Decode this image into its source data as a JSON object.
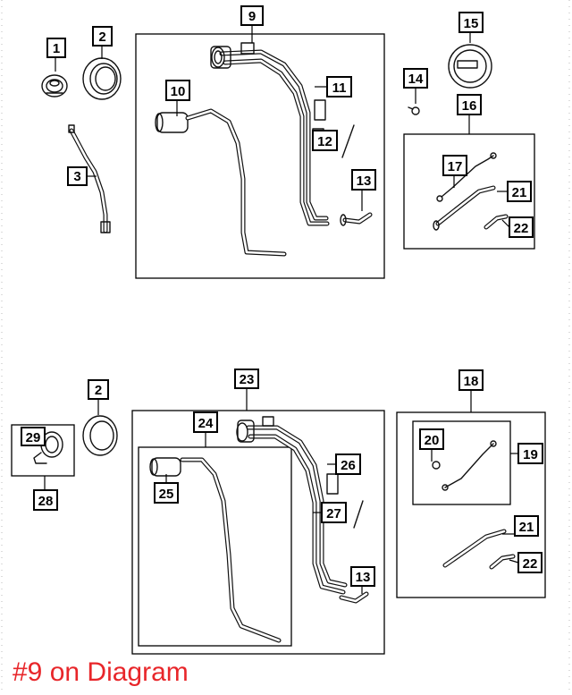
{
  "callouts": [
    "1",
    "2",
    "3",
    "9",
    "10",
    "11",
    "12",
    "13",
    "14",
    "15",
    "16",
    "17",
    "21",
    "22",
    "2",
    "23",
    "24",
    "25",
    "26",
    "27",
    "13",
    "18",
    "19",
    "20",
    "21",
    "22",
    "28",
    "29"
  ],
  "caption": "#9 on Diagram",
  "colors": {
    "caption": "#e8262a",
    "line": "#000000",
    "background": "#ffffff"
  }
}
